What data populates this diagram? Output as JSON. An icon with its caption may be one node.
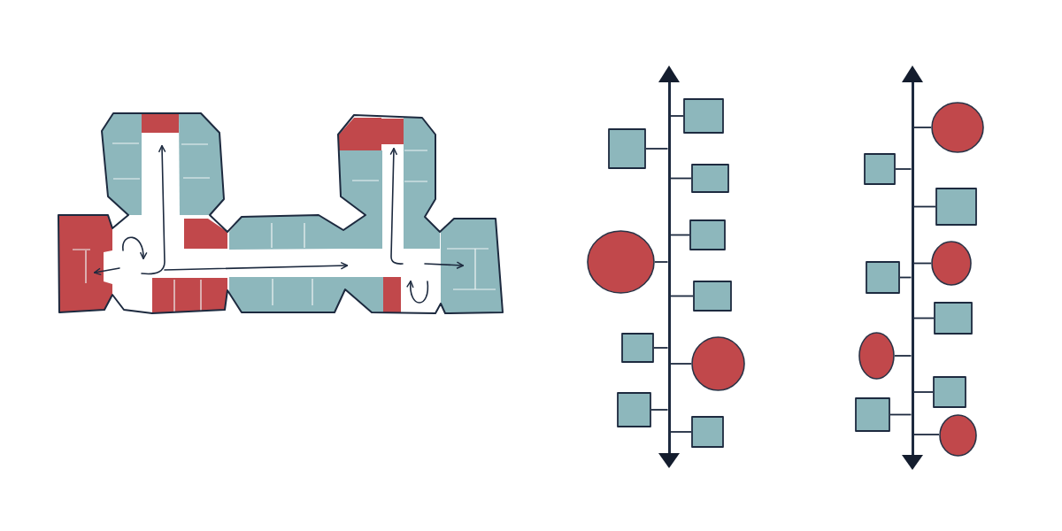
{
  "diagram": {
    "nodes": [
      {
        "text": [],
        "shape": "arrow"
      },
      {
        "text": [],
        "shape": "box"
      },
      {
        "text": [],
        "shape": "box"
      },
      {
        "text": [],
        "shape": "box"
      },
      {
        "text": [],
        "shape": "box"
      },
      {
        "text": [],
        "shape": "circle"
      },
      {
        "text": [],
        "shape": "box"
      },
      {
        "text": [],
        "shape": "box"
      },
      {
        "text": [],
        "shape": "circle"
      },
      {
        "text": [],
        "shape": "box"
      },
      {
        "text": [],
        "shape": "box"
      },
      {
        "text": [],
        "shape": "arrow"
      },
      {
        "text": [],
        "shape": "circle"
      },
      {
        "text": [],
        "shape": "box"
      },
      {
        "text": [],
        "shape": "box"
      },
      {
        "text": [],
        "shape": "circle"
      },
      {
        "text": [],
        "shape": "box"
      },
      {
        "text": [],
        "shape": "box"
      },
      {
        "text": [],
        "shape": "circle"
      },
      {
        "text": [],
        "shape": "box"
      },
      {
        "text": [],
        "shape": "box"
      },
      {
        "text": [],
        "shape": "circle"
      }
    ],
    "edges": [
      {
        "from": 0,
        "to": 1,
        "arrow": "none"
      },
      {
        "from": 0,
        "to": 2,
        "arrow": "none"
      },
      {
        "from": 0,
        "to": 3,
        "arrow": "none"
      },
      {
        "from": 0,
        "to": 4,
        "arrow": "none"
      },
      {
        "from": 0,
        "to": 5,
        "arrow": "none"
      },
      {
        "from": 0,
        "to": 6,
        "arrow": "none"
      },
      {
        "from": 0,
        "to": 7,
        "arrow": "none"
      },
      {
        "from": 0,
        "to": 8,
        "arrow": "none"
      },
      {
        "from": 0,
        "to": 9,
        "arrow": "none"
      },
      {
        "from": 0,
        "to": 10,
        "arrow": "none"
      },
      {
        "from": 11,
        "to": 12,
        "arrow": "none"
      },
      {
        "from": 11,
        "to": 13,
        "arrow": "none"
      },
      {
        "from": 11,
        "to": 14,
        "arrow": "none"
      },
      {
        "from": 11,
        "to": 15,
        "arrow": "none"
      },
      {
        "from": 11,
        "to": 16,
        "arrow": "none"
      },
      {
        "from": 11,
        "to": 17,
        "arrow": "none"
      },
      {
        "from": 11,
        "to": 18,
        "arrow": "none"
      },
      {
        "from": 11,
        "to": 19,
        "arrow": "none"
      },
      {
        "from": 11,
        "to": 20,
        "arrow": "none"
      },
      {
        "from": 11,
        "to": 21,
        "arrow": "none"
      }
    ]
  }
}
